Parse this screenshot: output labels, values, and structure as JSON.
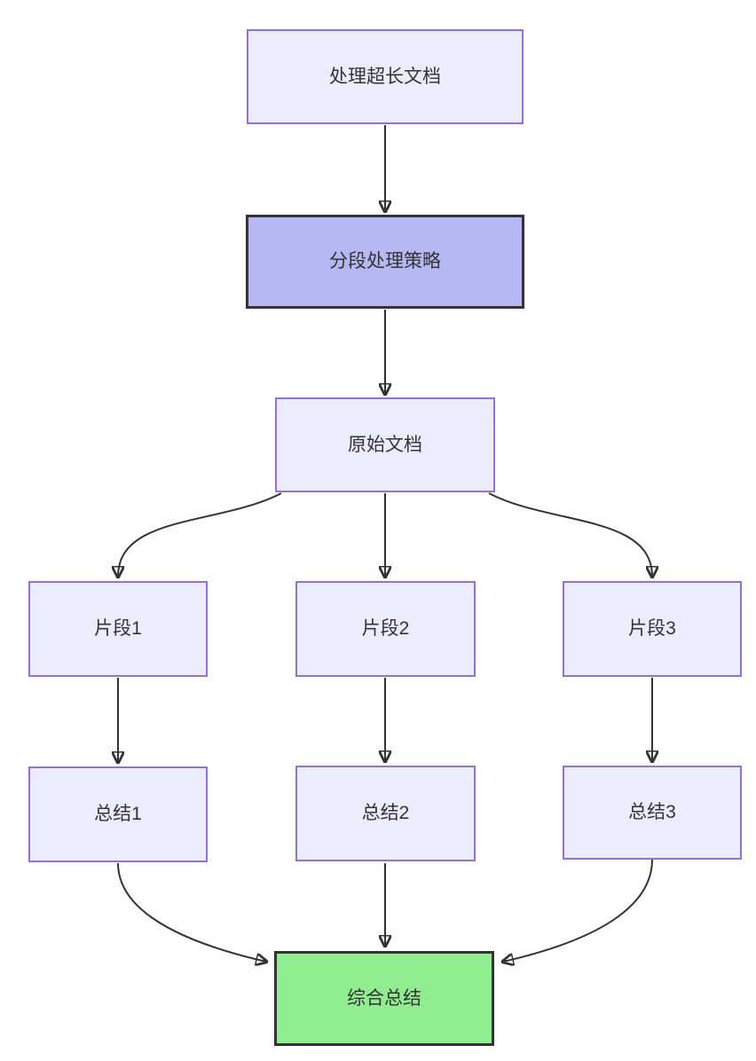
{
  "page": {
    "background": "#ffffff"
  },
  "diagram": {
    "type": "flowchart",
    "orientation": "top-down",
    "text_color": "#333333",
    "edge_color": "#333333",
    "default_node_fill": "#ECECFF",
    "default_node_stroke": "#9370DB",
    "nodes": {
      "A": {
        "label": "处理超长文档",
        "fill": "#ECECFF",
        "stroke": "#9370DB",
        "emphasis": false
      },
      "B": {
        "label": "分段处理策略",
        "fill": "#B5B8F2",
        "stroke": "#333333",
        "emphasis": true
      },
      "C": {
        "label": "原始文档",
        "fill": "#ECECFF",
        "stroke": "#9370DB",
        "emphasis": false
      },
      "S1": {
        "label": "片段1",
        "fill": "#ECECFF",
        "stroke": "#9370DB",
        "emphasis": false
      },
      "S2": {
        "label": "片段2",
        "fill": "#ECECFF",
        "stroke": "#9370DB",
        "emphasis": false
      },
      "S3": {
        "label": "片段3",
        "fill": "#ECECFF",
        "stroke": "#9370DB",
        "emphasis": false
      },
      "Z1": {
        "label": "总结1",
        "fill": "#ECECFF",
        "stroke": "#9370DB",
        "emphasis": false
      },
      "Z2": {
        "label": "总结2",
        "fill": "#ECECFF",
        "stroke": "#9370DB",
        "emphasis": false
      },
      "Z3": {
        "label": "总结3",
        "fill": "#ECECFF",
        "stroke": "#9370DB",
        "emphasis": false
      },
      "F": {
        "label": "综合总结",
        "fill": "#90EE90",
        "stroke": "#333333",
        "emphasis": true
      }
    },
    "edges": [
      {
        "from": "处理超长文档",
        "to": "分段处理策略"
      },
      {
        "from": "分段处理策略",
        "to": "原始文档"
      },
      {
        "from": "原始文档",
        "to": "片段1"
      },
      {
        "from": "原始文档",
        "to": "片段2"
      },
      {
        "from": "原始文档",
        "to": "片段3"
      },
      {
        "from": "片段1",
        "to": "总结1"
      },
      {
        "from": "片段2",
        "to": "总结2"
      },
      {
        "from": "片段3",
        "to": "总结3"
      },
      {
        "from": "总结1",
        "to": "综合总结"
      },
      {
        "from": "总结2",
        "to": "综合总结"
      },
      {
        "from": "总结3",
        "to": "综合总结"
      }
    ]
  }
}
